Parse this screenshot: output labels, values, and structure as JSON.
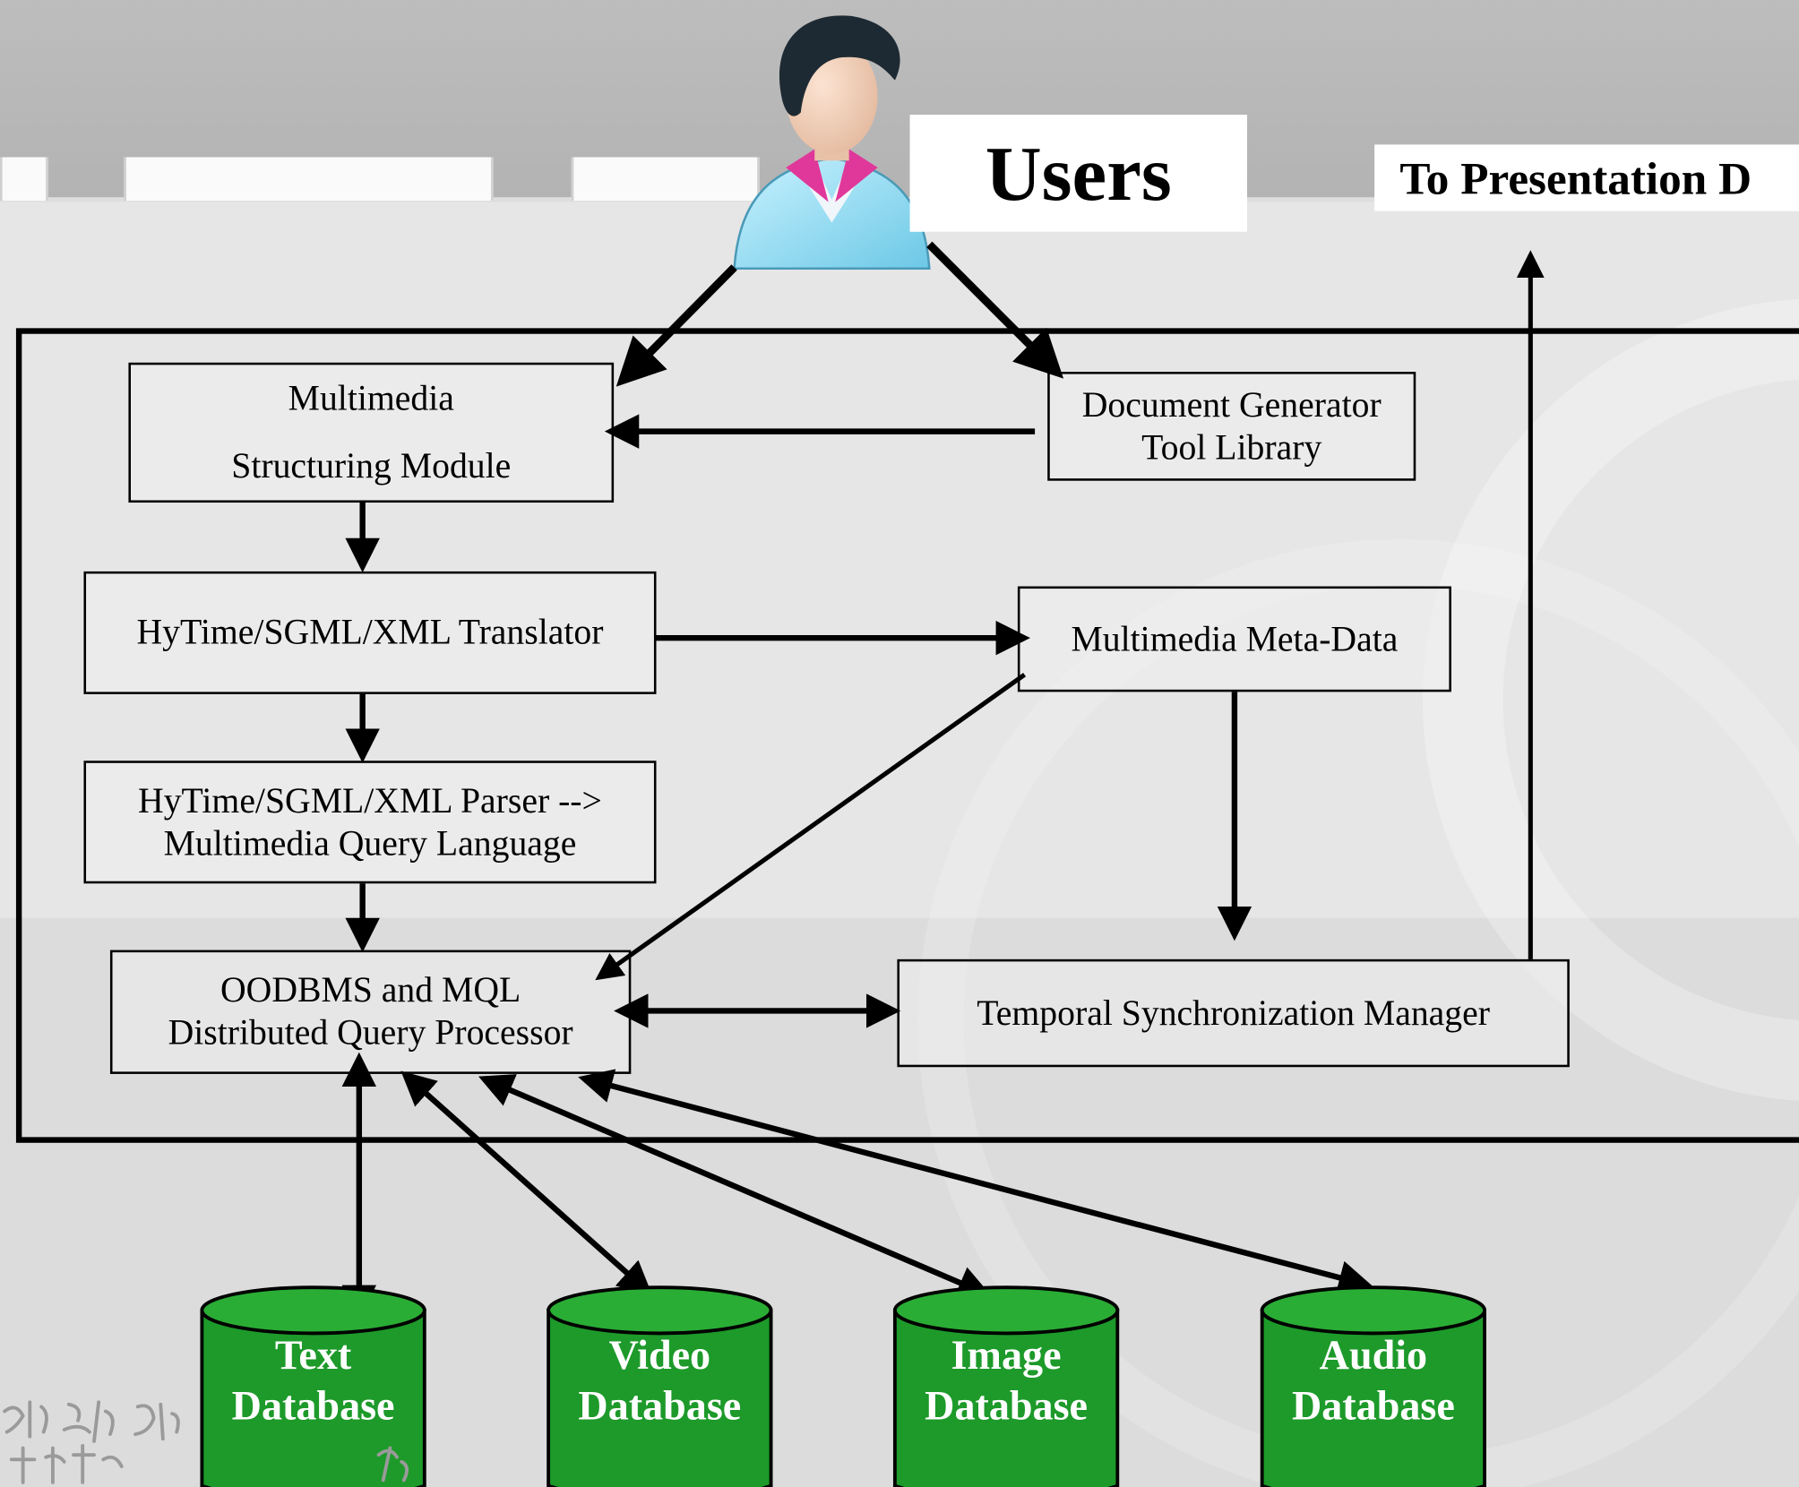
{
  "users_label": "Users",
  "presentation_label": "To Presentation D",
  "modules": {
    "structuring": {
      "line1": "Multimedia",
      "line2": "Structuring Module"
    },
    "doc_generator": {
      "line1": "Document Generator",
      "line2": "Tool Library"
    },
    "translator": {
      "line1": "HyTime/SGML/XML Translator"
    },
    "meta_data": {
      "line1": "Multimedia Meta-Data"
    },
    "parser": {
      "line1": "HyTime/SGML/XML Parser -->",
      "line2": "Multimedia Query Language"
    },
    "query_processor": {
      "line1": "OODBMS and MQL",
      "line2": "Distributed Query Processor"
    },
    "temporal": {
      "line1": "Temporal Synchronization Manager"
    }
  },
  "databases": [
    {
      "line1": "Text",
      "line2": "Database"
    },
    {
      "line1": "Video",
      "line2": "Database"
    },
    {
      "line1": "Image",
      "line2": "Database"
    },
    {
      "line1": "Audio",
      "line2": "Database"
    }
  ],
  "colors": {
    "database_fill": "#1d9a2a",
    "database_top": "#2aad35",
    "database_stroke": "#000000"
  },
  "icons": {
    "user": "user-icon",
    "logo": "university-logo"
  }
}
